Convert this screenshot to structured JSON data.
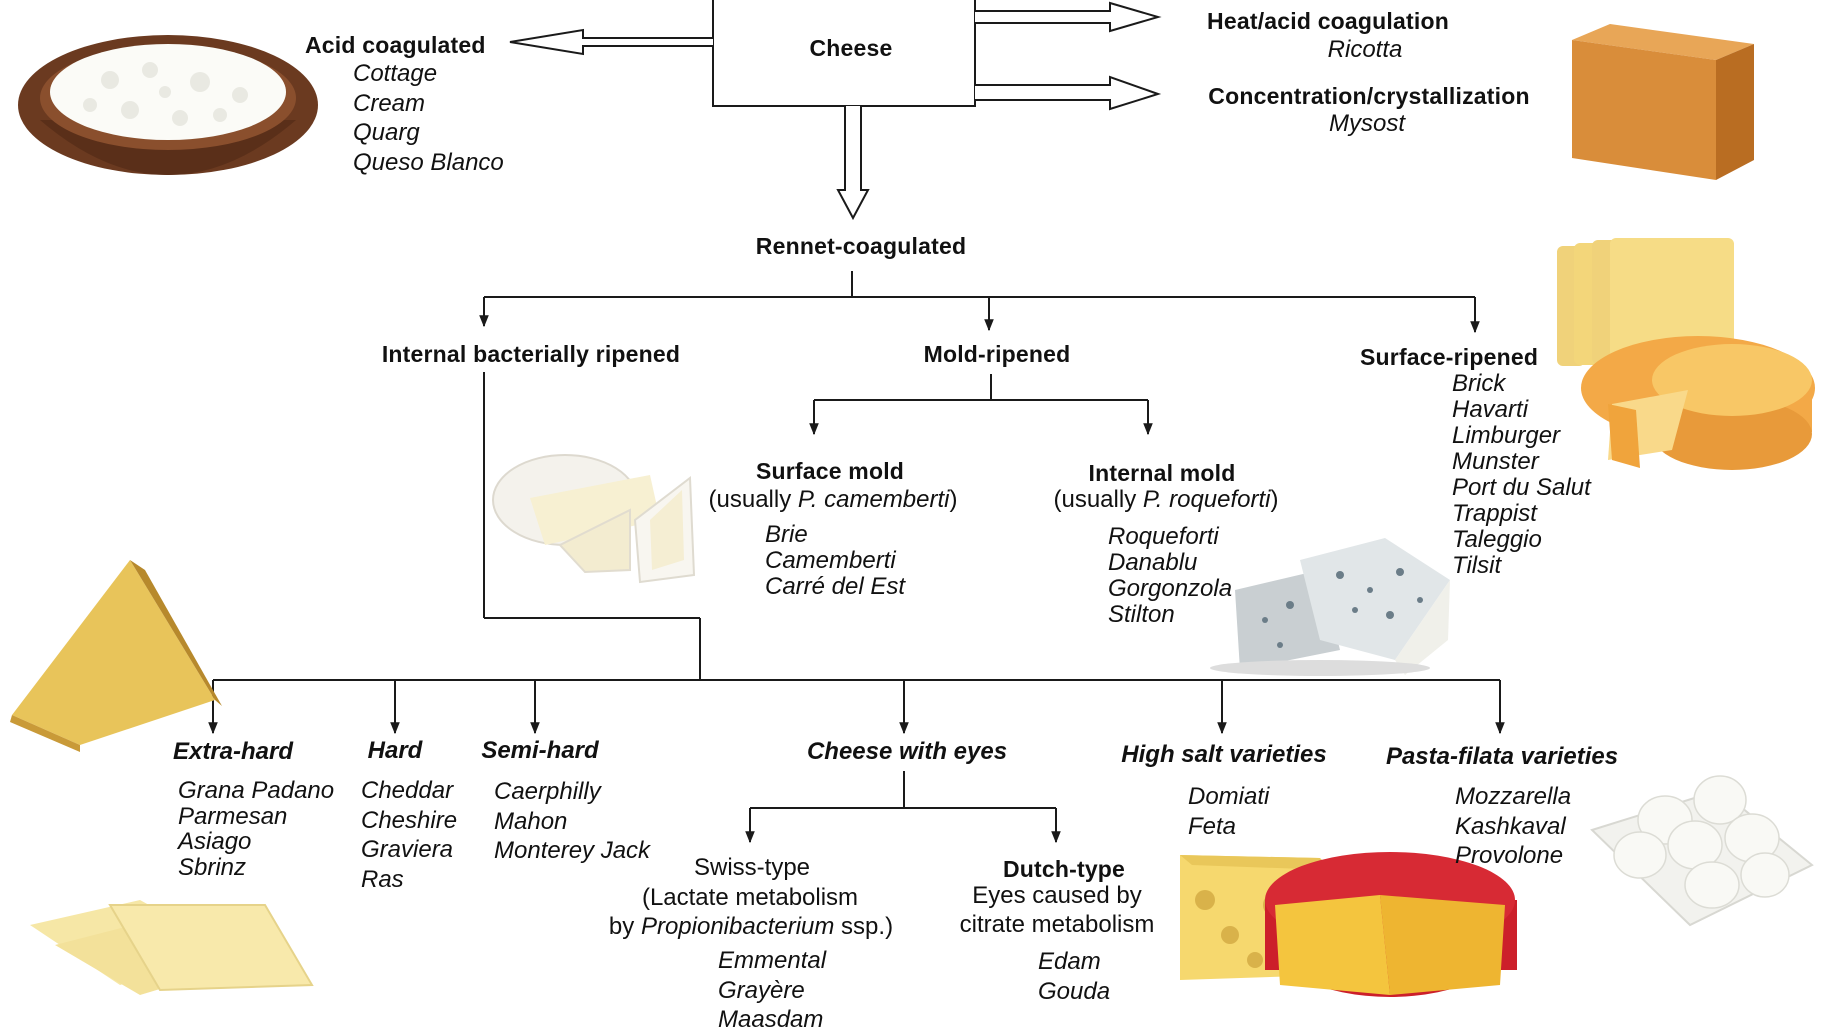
{
  "diagram": {
    "root": "Cheese",
    "acid": {
      "title": "Acid coagulated",
      "items": [
        "Cottage",
        "Cream",
        "Quarg",
        "Queso Blanco"
      ]
    },
    "heat_acid": {
      "title": "Heat/acid coagulation",
      "example": "Ricotta"
    },
    "concentration": {
      "title": "Concentration/crystallization",
      "example": "Mysost"
    },
    "rennet": "Rennet-coagulated",
    "internal_bacterial": "Internal bacterially ripened",
    "mold": {
      "title": "Mold-ripened",
      "surface": {
        "title": "Surface mold",
        "note_pre": "(usually ",
        "note_species": "P. camemberti",
        "note_post": ")",
        "items": [
          "Brie",
          "Camemberti",
          "Carré del Est"
        ]
      },
      "internal": {
        "title": "Internal mold",
        "note_pre": "(usually ",
        "note_species": "P. roqueforti",
        "note_post": ")",
        "items": [
          "Roqueforti",
          "Danablu",
          "Gorgonzola",
          "Stilton"
        ]
      }
    },
    "surface_ripened": {
      "title": "Surface-ripened",
      "items": [
        "Brick",
        "Havarti",
        "Limburger",
        "Munster",
        "Port du Salut",
        "Trappist",
        "Taleggio",
        "Tilsit"
      ]
    },
    "extra_hard": {
      "title": "Extra-hard",
      "items": [
        "Grana Padano",
        "Parmesan",
        "Asiago",
        "Sbrinz"
      ]
    },
    "hard": {
      "title": "Hard",
      "items": [
        "Cheddar",
        "Cheshire",
        "Graviera",
        "Ras"
      ]
    },
    "semi_hard": {
      "title": "Semi-hard",
      "items": [
        "Caerphilly",
        "Mahon",
        "Monterey Jack"
      ]
    },
    "eyes": {
      "title": "Cheese with eyes",
      "swiss": {
        "title": "Swiss-type",
        "line2": "(Lactate metabolism",
        "line3_pre": "by ",
        "line3_species": "Propionibacterium",
        "line3_post": " ssp.)",
        "items": [
          "Emmental",
          "Grayère",
          "Maasdam"
        ]
      },
      "dutch": {
        "title": "Dutch-type",
        "line2": "Eyes caused by",
        "line3": "citrate metabolism",
        "items": [
          "Edam",
          "Gouda"
        ]
      }
    },
    "high_salt": {
      "title": "High salt varieties",
      "items": [
        "Domiati",
        "Feta"
      ]
    },
    "pasta_filata": {
      "title": "Pasta-filata varieties",
      "items": [
        "Mozzarella",
        "Kashkaval",
        "Provolone"
      ]
    }
  },
  "colors": {
    "line": "#1a1a1a",
    "cottage_bowl": "#6b3a20",
    "mysost": "#d98d3a",
    "yellow_cheese": "#f3d67a",
    "camembert_rind": "#f4f2ec",
    "blue_cheese": "#cdd3d6",
    "parmesan": "#e8c45a",
    "gouda_wax": "#cc1f2a",
    "mozzarella": "#f7f7f3"
  }
}
